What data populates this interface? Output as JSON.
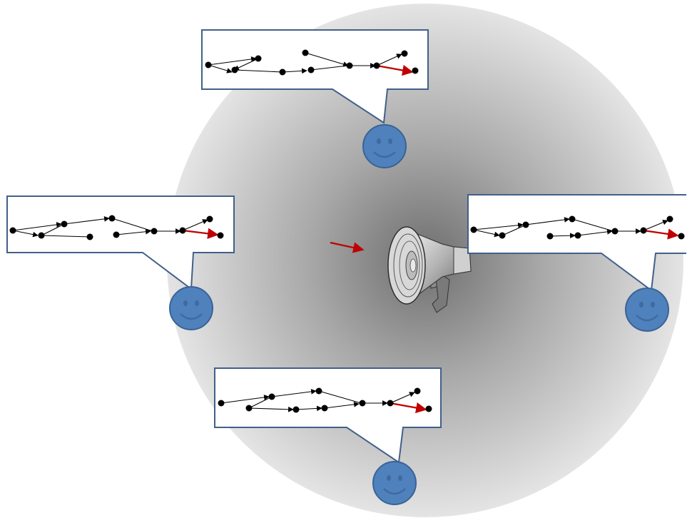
{
  "colors": {
    "background": "#ffffff",
    "broadcast_center": "#6e6e6e",
    "broadcast_edge": "#e4e4e4",
    "callout_border": "#41608a",
    "smiley_fill": "#4f81bd",
    "smiley_stroke": "#3a6395",
    "node": "#000000",
    "edge": "#000000",
    "highlight_edge": "#c00000",
    "megaphone": "#9a9a9a"
  },
  "icons": {
    "broadcaster": "megaphone-icon",
    "receiver": "smiley-face-icon",
    "signal": "red-arrow-icon"
  },
  "receivers": [
    {
      "name": "receiver-top",
      "callout": "top"
    },
    {
      "name": "receiver-left",
      "callout": "left"
    },
    {
      "name": "receiver-right",
      "callout": "right"
    },
    {
      "name": "receiver-bottom",
      "callout": "bottom"
    }
  ]
}
